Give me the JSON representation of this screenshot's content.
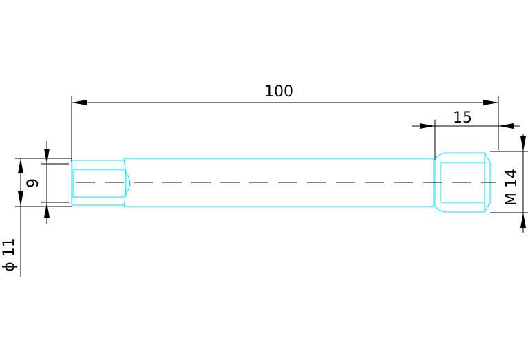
{
  "drawing": {
    "dimensions": {
      "overall_length": "100",
      "thread_length": "15",
      "pin_height": "9",
      "diameter": "ϕ 11",
      "thread_size": "M 14"
    },
    "colors": {
      "background": "#ffffff",
      "part_outline": "#00e0ff",
      "dimension_lines": "#000000"
    }
  }
}
